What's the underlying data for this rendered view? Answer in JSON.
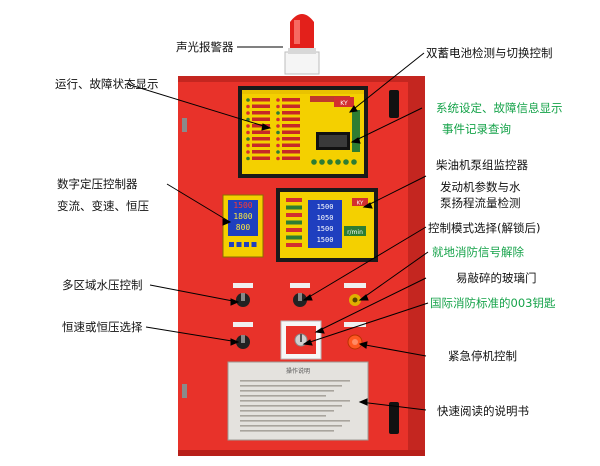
{
  "colors": {
    "cabinet_red": "#e8322a",
    "cabinet_dark": "#b81f19",
    "panel_black": "#1a1a1a",
    "screen_yellow": "#f4d000",
    "display_blue": "#1f3fbf",
    "label_text": "#111111",
    "label_green": "#16a34a",
    "leader_line": "#000000"
  },
  "labels": {
    "alarm": "声光报警器",
    "dual_battery": "双蓄电池检测与切换控制",
    "run_fault": "运行、故障状态显示",
    "sys_settings": "系统设定、故障信息显示",
    "event_log": "事件记录查询",
    "diesel_monitor": "柴油机泵组监控器",
    "engine_params_1": "发动机参数与水",
    "engine_params_2": "泵扬程流量检测",
    "digital_controller": "数字定压控制器",
    "freq_modes": "变流、变速、恒压",
    "control_mode": "控制模式选择(解锁后)",
    "local_release": "就地消防信号解除",
    "multi_zone": "多区域水压控制",
    "glass_door": "易敲碎的玻璃门",
    "key_003": "国际消防标准的003钥匙",
    "speed_select": "恒速或恒压选择",
    "emergency_stop": "紧急停机控制",
    "quick_manual": "快速阅读的说明书"
  },
  "panel_text": {
    "logo": "KY",
    "lcd_rows": [
      "1500",
      "1800",
      "800"
    ],
    "monitor_rows": [
      "1500",
      "1050",
      "1500",
      "1500"
    ],
    "rpm_unit": "r/min",
    "manual_title": "操作说明"
  }
}
